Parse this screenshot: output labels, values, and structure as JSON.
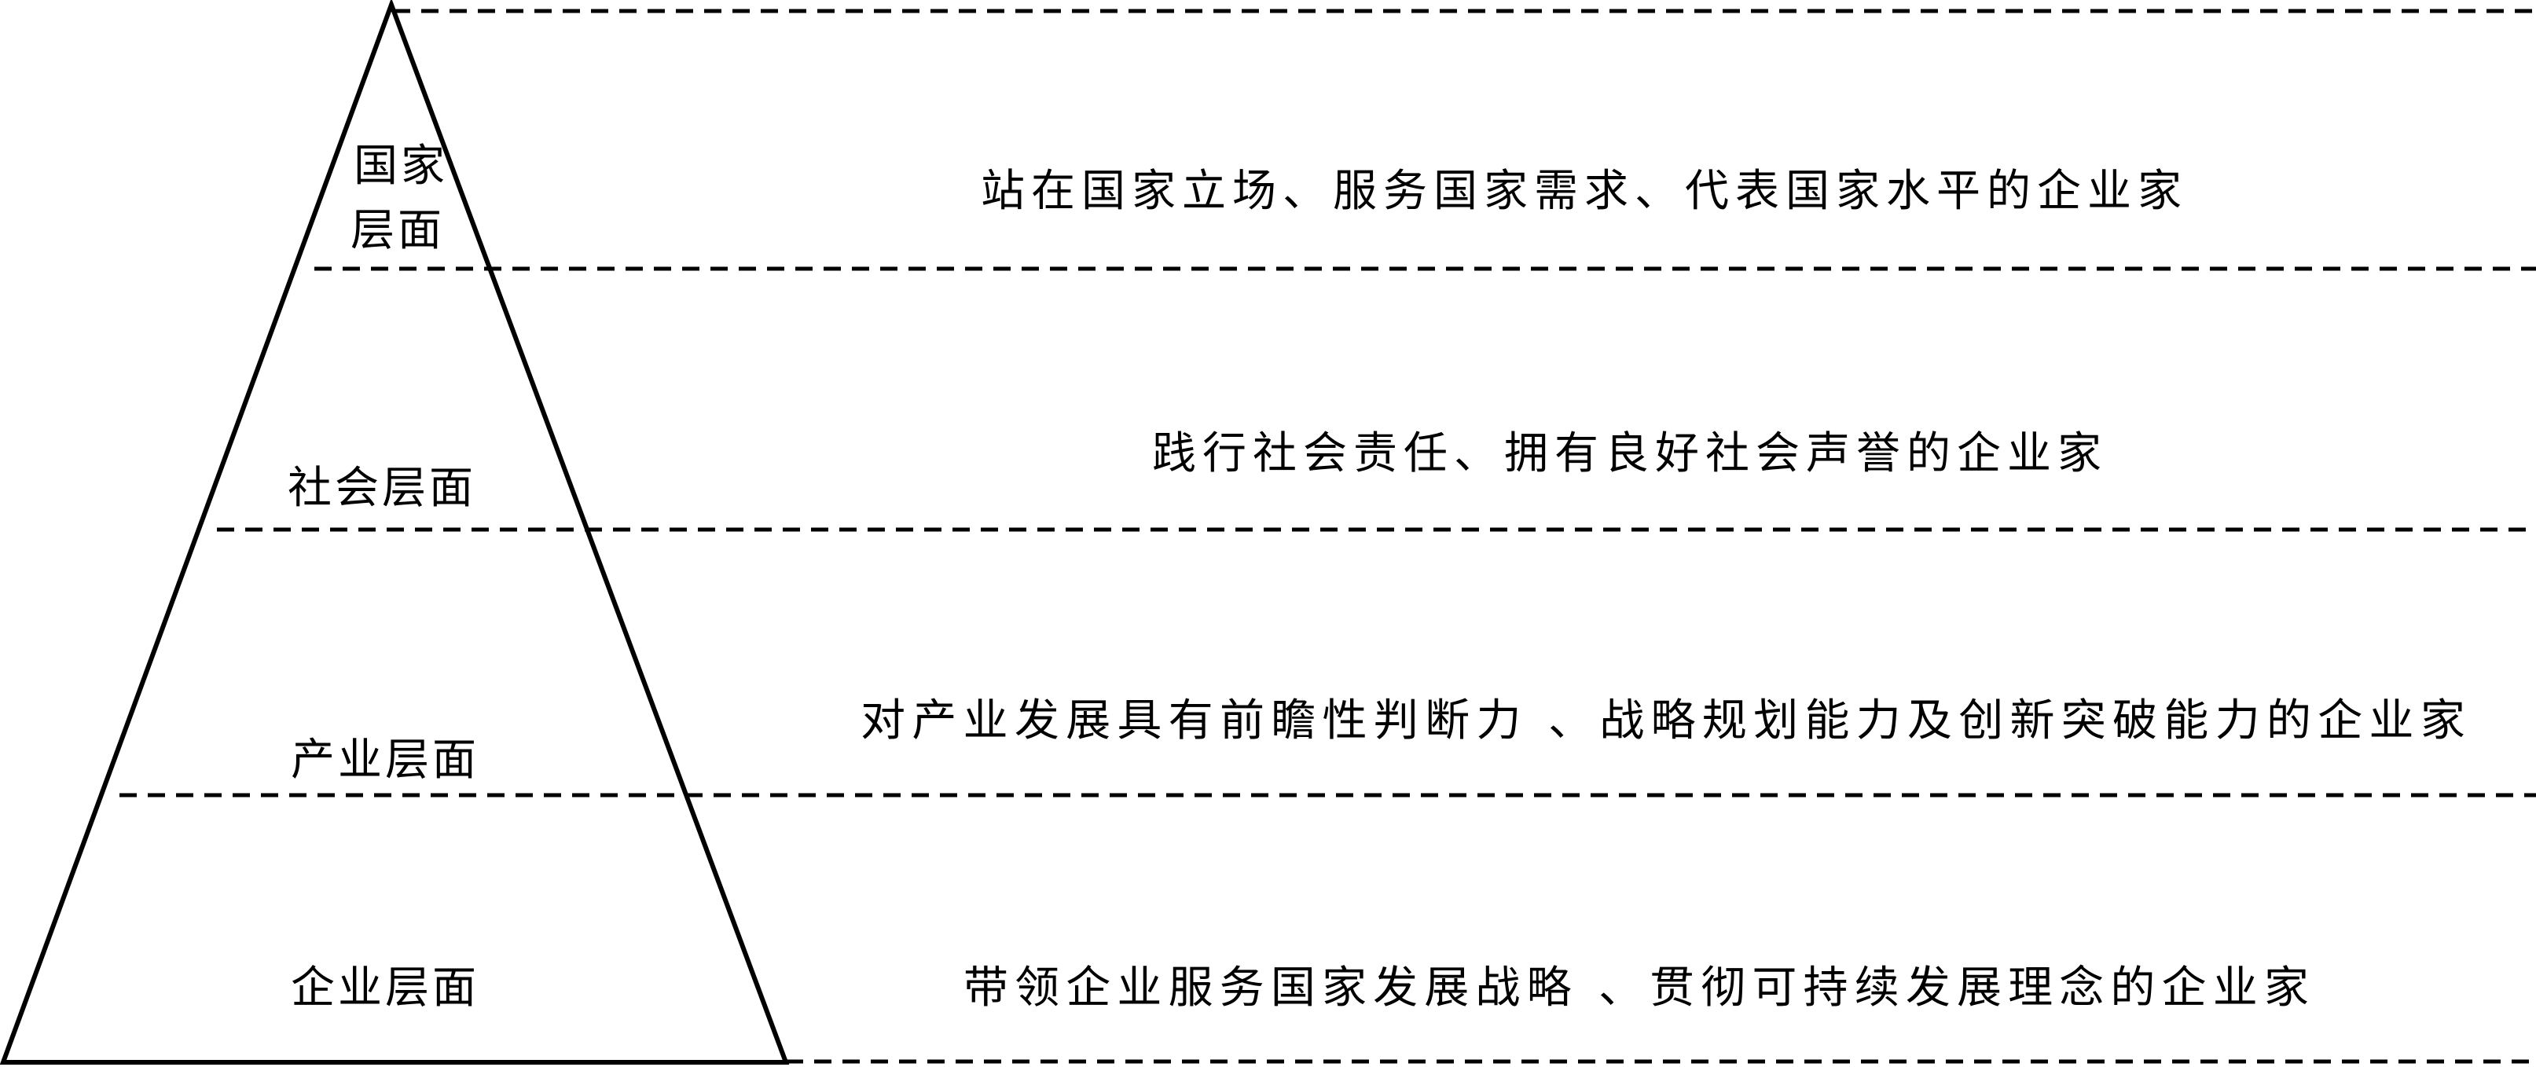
{
  "diagram": {
    "levels": [
      {
        "label_lines": [
          "国家",
          "层面"
        ],
        "description": "站在国家立场、服务国家需求、代表国家水平的企业家"
      },
      {
        "label_lines": [
          "社会层面"
        ],
        "description": "践行社会责任、拥有良好社会声誉的企业家"
      },
      {
        "label_lines": [
          "产业层面"
        ],
        "description": "对产业发展具有前瞻性判断力 、战略规划能力及创新突破能力的企业家"
      },
      {
        "label_lines": [
          "企业层面"
        ],
        "description": "带领企业服务国家发展战略 、贯彻可持续发展理念的企业家"
      }
    ]
  }
}
